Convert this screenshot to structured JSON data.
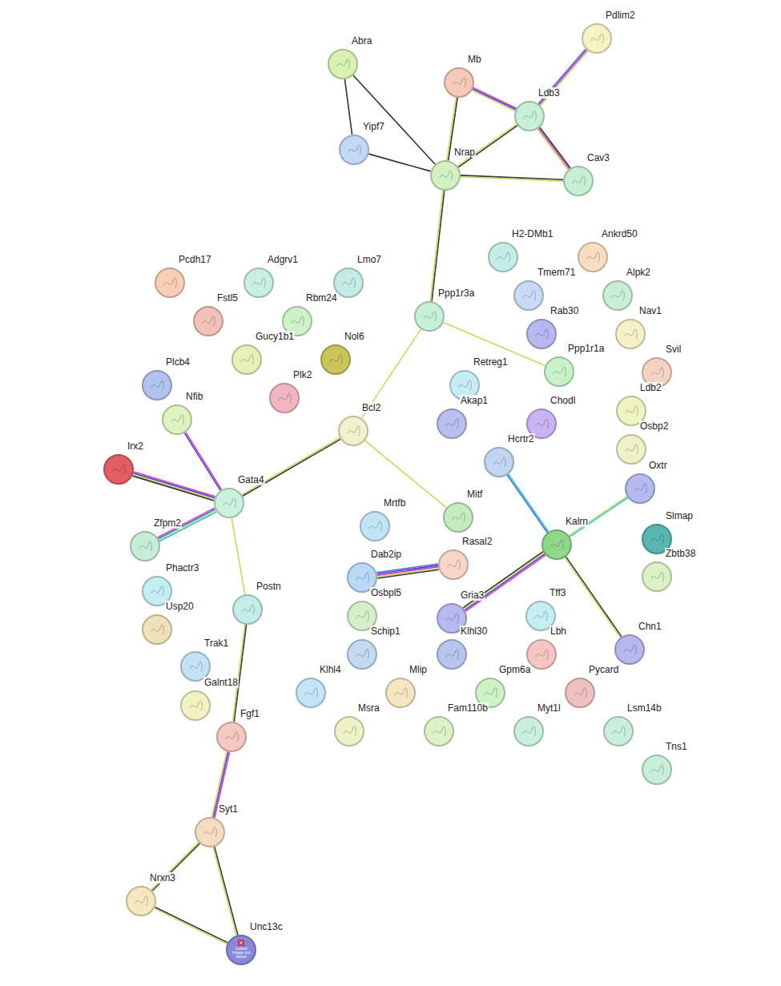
{
  "diagram": {
    "nodes": [
      {
        "text": [
          "Pdlim2"
        ]
      },
      {
        "text": [
          "Abra"
        ]
      },
      {
        "text": [
          "Mb"
        ]
      },
      {
        "text": [
          "Ldb3"
        ]
      },
      {
        "text": [
          "Yipf7"
        ]
      },
      {
        "text": [
          "Nrap"
        ]
      },
      {
        "text": [
          "Cav3"
        ]
      },
      {
        "text": [
          "H2-DMb1"
        ]
      },
      {
        "text": [
          "Ankrd50"
        ]
      },
      {
        "text": [
          "Pcdh17"
        ]
      },
      {
        "text": [
          "Adgrv1"
        ]
      },
      {
        "text": [
          "Lmo7"
        ]
      },
      {
        "text": [
          "Tmem71"
        ]
      },
      {
        "text": [
          "Alpk2"
        ]
      },
      {
        "text": [
          "Ppp1r3a"
        ]
      },
      {
        "text": [
          "Fstl5"
        ]
      },
      {
        "text": [
          "Rbm24"
        ]
      },
      {
        "text": [
          "Rab30"
        ]
      },
      {
        "text": [
          "Nav1"
        ]
      },
      {
        "text": [
          "Gucy1b1"
        ]
      },
      {
        "text": [
          "Nol6"
        ]
      },
      {
        "text": [
          "Ppp1r1a"
        ]
      },
      {
        "text": [
          "Svil"
        ]
      },
      {
        "text": [
          "Plcb4"
        ]
      },
      {
        "text": [
          "Retreg1"
        ]
      },
      {
        "text": [
          "Plk2"
        ]
      },
      {
        "text": [
          "Akap1"
        ]
      },
      {
        "text": [
          "Chodl"
        ]
      },
      {
        "text": [
          "Ldb2"
        ]
      },
      {
        "text": [
          "Nfib"
        ]
      },
      {
        "text": [
          "Bcl2"
        ]
      },
      {
        "text": [
          "Hcrtr2"
        ]
      },
      {
        "text": [
          "Osbp2"
        ]
      },
      {
        "text": [
          "Irx2"
        ]
      },
      {
        "text": [
          "Oxtr"
        ]
      },
      {
        "text": [
          "Gata4"
        ]
      },
      {
        "text": [
          "Mitf"
        ]
      },
      {
        "text": [
          "Mrtfb"
        ]
      },
      {
        "text": [
          "Kalrn"
        ]
      },
      {
        "text": [
          "Slmap"
        ]
      },
      {
        "text": [
          "Zfpm2"
        ]
      },
      {
        "text": [
          "Rasal2"
        ]
      },
      {
        "text": [
          "Dab2ip"
        ]
      },
      {
        "text": [
          "Zbtb38"
        ]
      },
      {
        "text": [
          "Phactr3"
        ]
      },
      {
        "text": [
          "Postn"
        ]
      },
      {
        "text": [
          "Gria3"
        ]
      },
      {
        "text": [
          "Tff3"
        ]
      },
      {
        "text": [
          "Osbpl5"
        ]
      },
      {
        "text": [
          "Usp20"
        ]
      },
      {
        "text": [
          "Chn1"
        ]
      },
      {
        "text": [
          "Schip1"
        ]
      },
      {
        "text": [
          "Klhl30"
        ]
      },
      {
        "text": [
          "Lbh"
        ]
      },
      {
        "text": [
          "Trak1"
        ]
      },
      {
        "text": [
          "Klhl4"
        ]
      },
      {
        "text": [
          "Mlip"
        ]
      },
      {
        "text": [
          "Gpm6a"
        ]
      },
      {
        "text": [
          "Pycard"
        ]
      },
      {
        "text": [
          "Galnt18"
        ]
      },
      {
        "text": [
          "Msra"
        ]
      },
      {
        "text": [
          "Fam110b"
        ]
      },
      {
        "text": [
          "Myt1l"
        ]
      },
      {
        "text": [
          "Lsm14b"
        ]
      },
      {
        "text": [
          "Fgf1"
        ]
      },
      {
        "text": [
          "Tns1"
        ]
      },
      {
        "text": [
          "Syt1"
        ]
      },
      {
        "text": [
          "Nrxn3"
        ]
      },
      {
        "text": [
          "Unc13c"
        ]
      }
    ],
    "edges": [
      {
        "from": 1,
        "to": 4,
        "arrow": "none"
      },
      {
        "from": 1,
        "to": 5,
        "arrow": "none"
      },
      {
        "from": 4,
        "to": 5,
        "arrow": "none"
      },
      {
        "from": 2,
        "to": 5,
        "arrow": "none"
      },
      {
        "from": 2,
        "to": 3,
        "arrow": "none"
      },
      {
        "from": 3,
        "to": 0,
        "arrow": "none"
      },
      {
        "from": 3,
        "to": 5,
        "arrow": "none"
      },
      {
        "from": 3,
        "to": 6,
        "arrow": "none"
      },
      {
        "from": 5,
        "to": 6,
        "arrow": "none"
      },
      {
        "from": 5,
        "to": 14,
        "arrow": "none"
      },
      {
        "from": 14,
        "to": 21,
        "arrow": "none"
      },
      {
        "from": 14,
        "to": 30,
        "arrow": "none"
      },
      {
        "from": 30,
        "to": 35,
        "arrow": "none"
      },
      {
        "from": 30,
        "to": 36,
        "arrow": "none"
      },
      {
        "from": 29,
        "to": 35,
        "arrow": "none"
      },
      {
        "from": 33,
        "to": 35,
        "arrow": "none"
      },
      {
        "from": 40,
        "to": 35,
        "arrow": "none"
      },
      {
        "from": 35,
        "to": 45,
        "arrow": "none"
      },
      {
        "from": 45,
        "to": 64,
        "arrow": "none"
      },
      {
        "from": 64,
        "to": 66,
        "arrow": "none"
      },
      {
        "from": 66,
        "to": 67,
        "arrow": "none"
      },
      {
        "from": 66,
        "to": 68,
        "arrow": "none"
      },
      {
        "from": 67,
        "to": 68,
        "arrow": "none"
      },
      {
        "from": 31,
        "to": 38,
        "arrow": "none"
      },
      {
        "from": 34,
        "to": 38,
        "arrow": "none"
      },
      {
        "from": 38,
        "to": 46,
        "arrow": "none"
      },
      {
        "from": 38,
        "to": 50,
        "arrow": "none"
      },
      {
        "from": 42,
        "to": 41,
        "arrow": "none"
      }
    ],
    "labels": [
      "Linked Image not found"
    ]
  }
}
